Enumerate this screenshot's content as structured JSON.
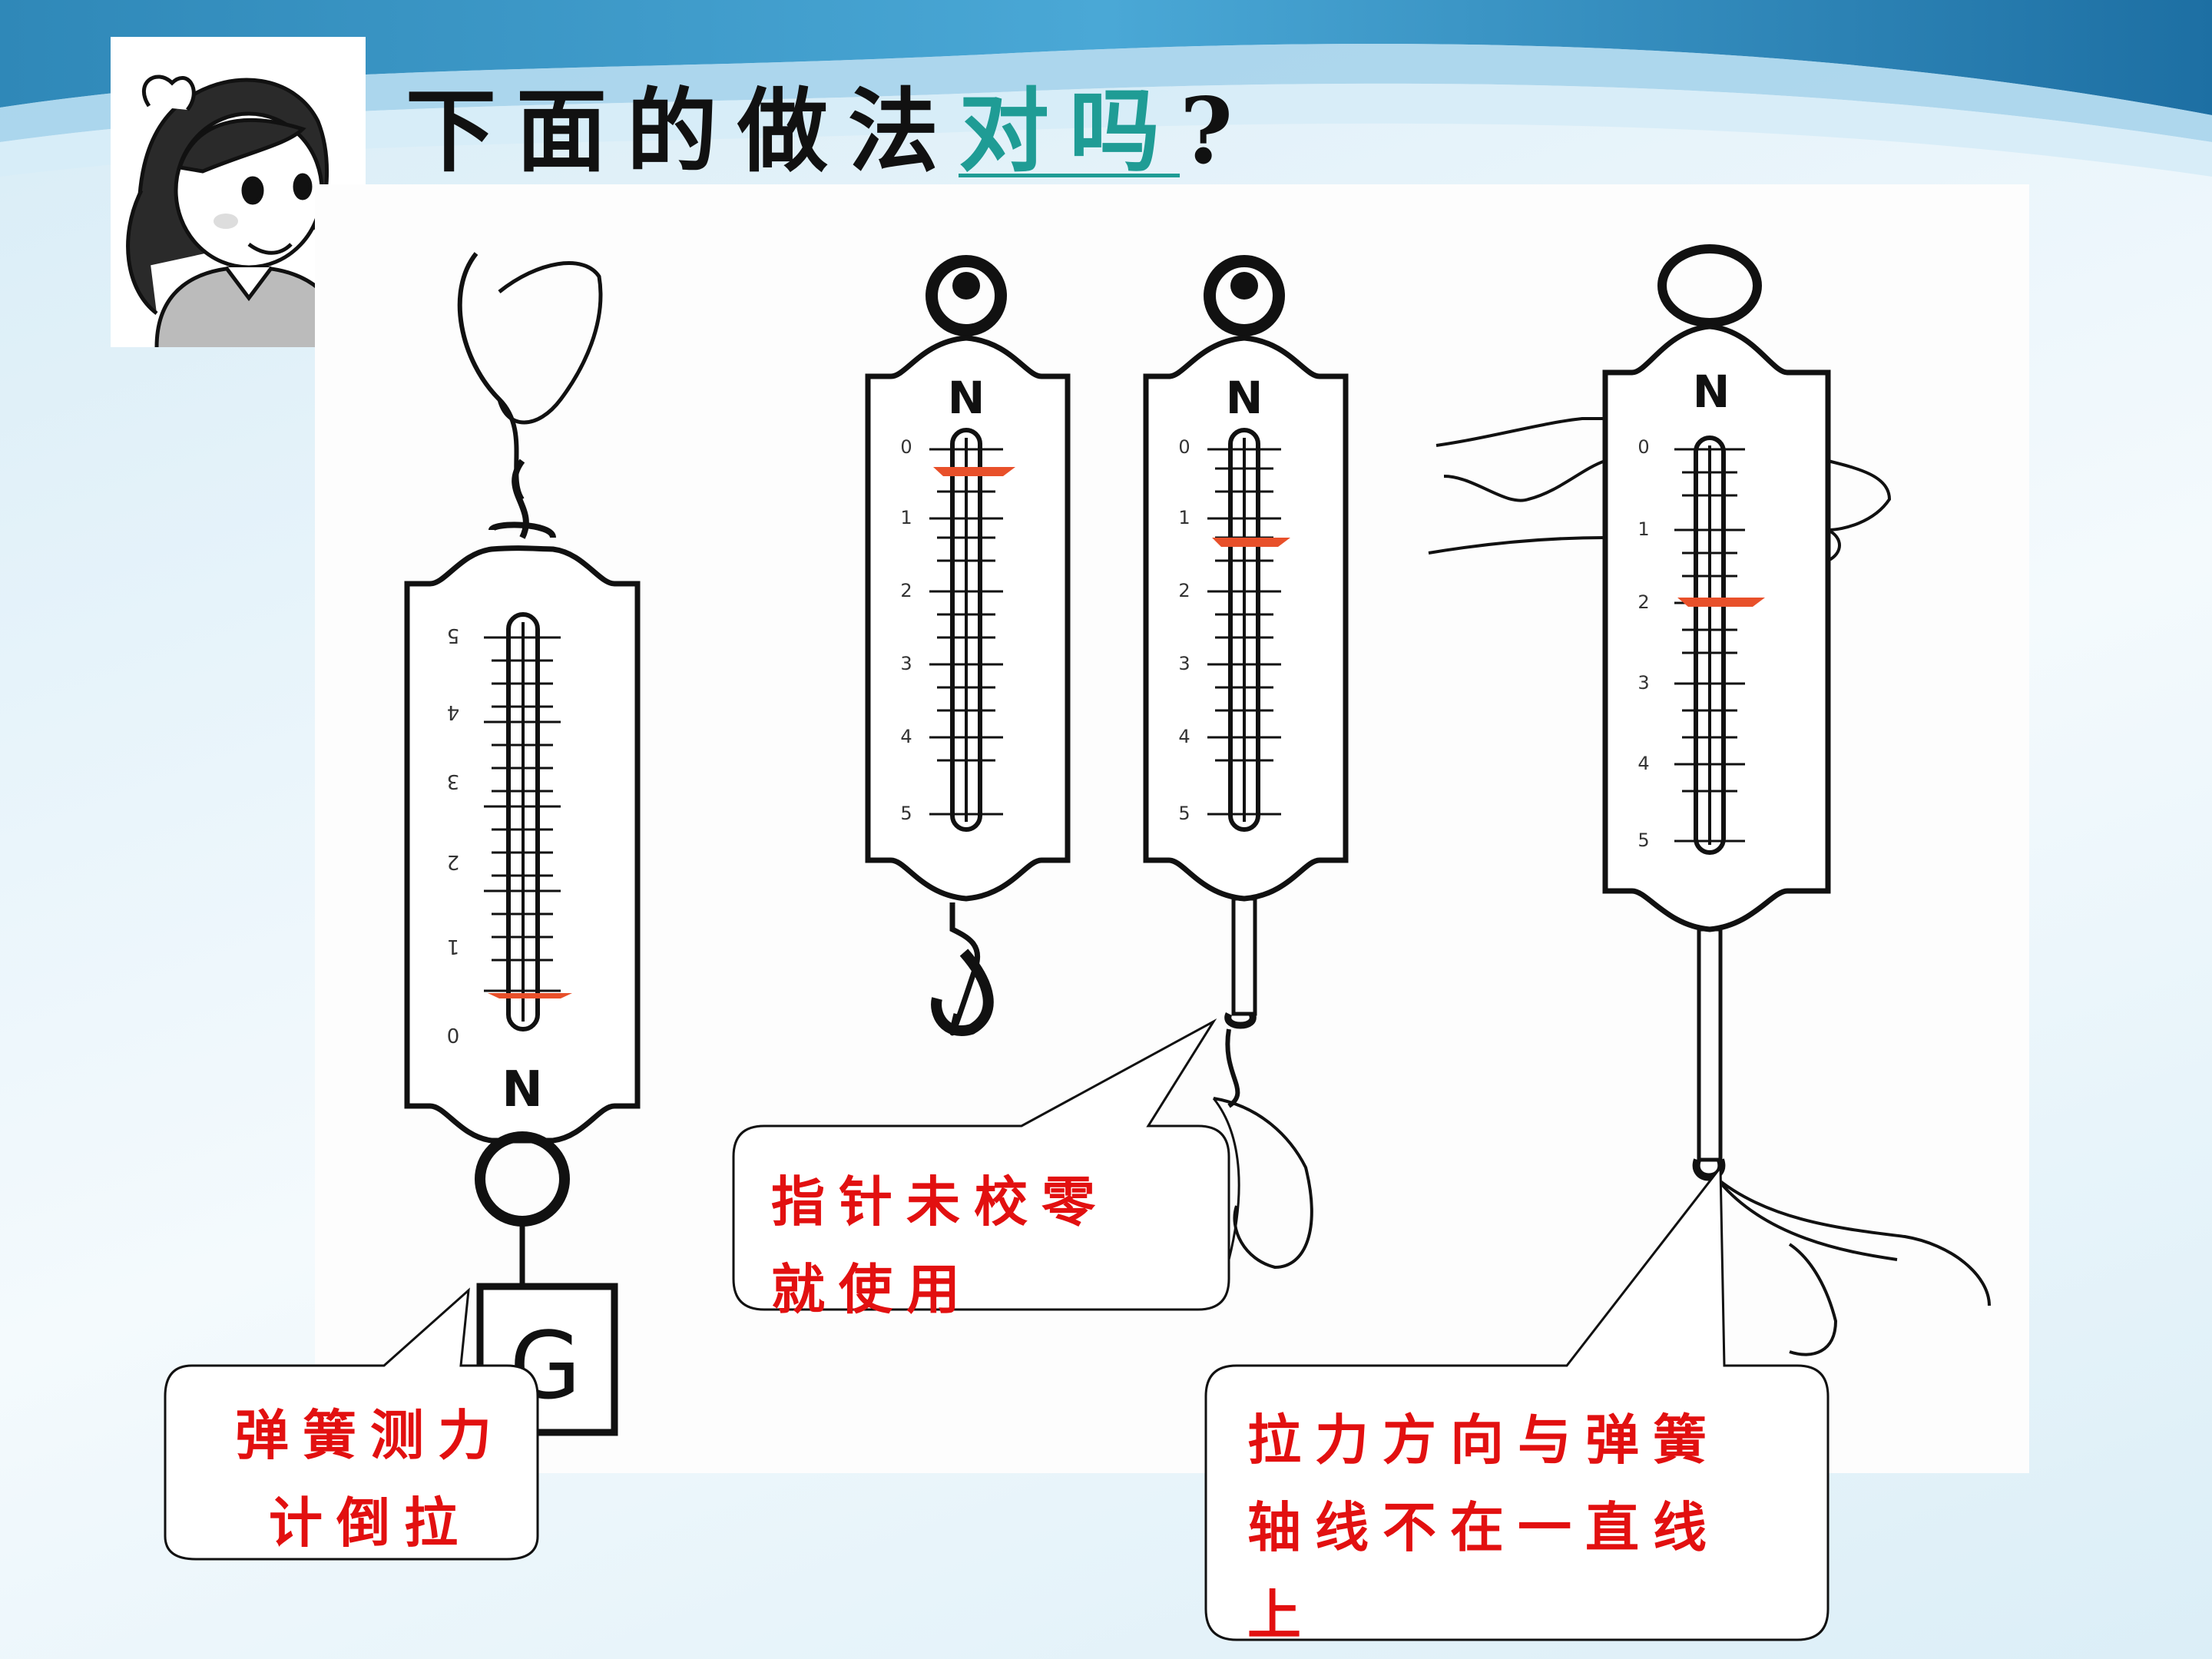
{
  "title": {
    "part1": "下面的做法",
    "highlight": "对吗",
    "mark": "?"
  },
  "meter_labels": {
    "unit": "N",
    "scale": [
      "0",
      "1",
      "2",
      "3",
      "4",
      "5"
    ],
    "weight": "G"
  },
  "callouts": {
    "upside_down": {
      "line1": "弹簧测力",
      "line2": "计倒拉"
    },
    "not_zeroed": {
      "line1": "指针未校零",
      "line2": "就使用"
    },
    "axis_misaligned": {
      "line1": "拉力方向与弹簧",
      "line2": "轴线不在一直线",
      "line3": "上"
    }
  },
  "colors": {
    "callout_text": "#e21010",
    "title_highlight": "#1f9c95",
    "pointer": "#e8502a"
  },
  "icons": [
    "girl-avatar",
    "hand-icon",
    "spring-scale-icon",
    "weight-block-icon"
  ]
}
